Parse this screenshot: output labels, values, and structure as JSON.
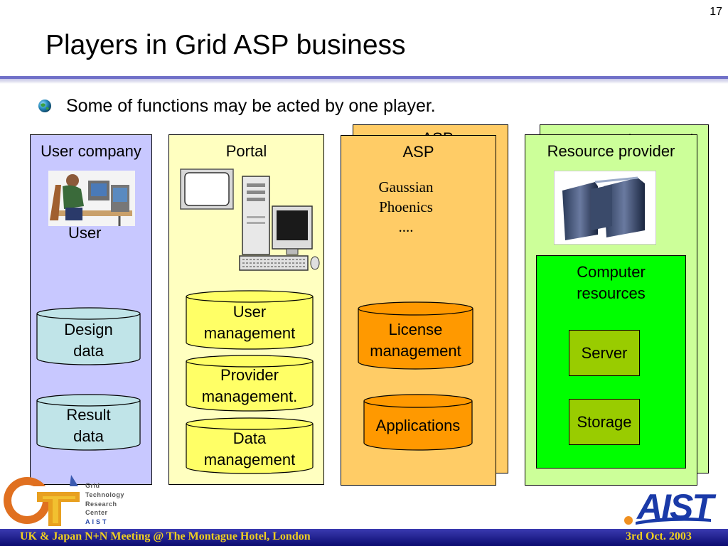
{
  "slide": {
    "number": "17",
    "title": "Players in Grid ASP business",
    "bullet": "Some of functions may be acted by one player."
  },
  "panels": {
    "user_company": {
      "title": "User company",
      "user_label": "User",
      "design_data": [
        "Design",
        "data"
      ],
      "result_data": [
        "Result",
        "data"
      ]
    },
    "portal": {
      "title": "Portal",
      "user_management": [
        "User",
        "management"
      ],
      "provider_management": [
        "Provider",
        "management."
      ],
      "data_management": [
        "Data",
        "management"
      ]
    },
    "asp": {
      "back_title": "ASP",
      "title": "ASP",
      "apps": [
        "Gaussian",
        "Phoenics",
        "...."
      ],
      "license_management": [
        "License",
        "management"
      ],
      "applications": "Applications"
    },
    "resource_provider": {
      "back_title": "リソースプロバイダ",
      "title": "Resource provider",
      "computer_resources": [
        "Computer",
        "resources"
      ],
      "server": "Server",
      "storage": "Storage"
    }
  },
  "logos": {
    "gtrc": [
      "Grid",
      "Technology",
      "Research",
      "Center",
      "AIST"
    ],
    "aist": "AIST"
  },
  "footer": {
    "left": "UK & Japan N+N Meeting   @  The Montague Hotel, London",
    "right": "3rd Oct. 2003"
  },
  "colors": {
    "user_company_panel": "#c8c8ff",
    "portal_panel": "#ffffc0",
    "asp_panel": "#ffcc66",
    "resource_panel": "#ccff99",
    "computer_resources_box": "#00ff00",
    "server_box": "#99cc00",
    "design_data_cylinder": "#c0e4e8",
    "portal_cylinder": "#ffff66",
    "asp_cylinder": "#ff9900",
    "footer_text": "#f0d020",
    "title_rule": "#7070c8"
  }
}
